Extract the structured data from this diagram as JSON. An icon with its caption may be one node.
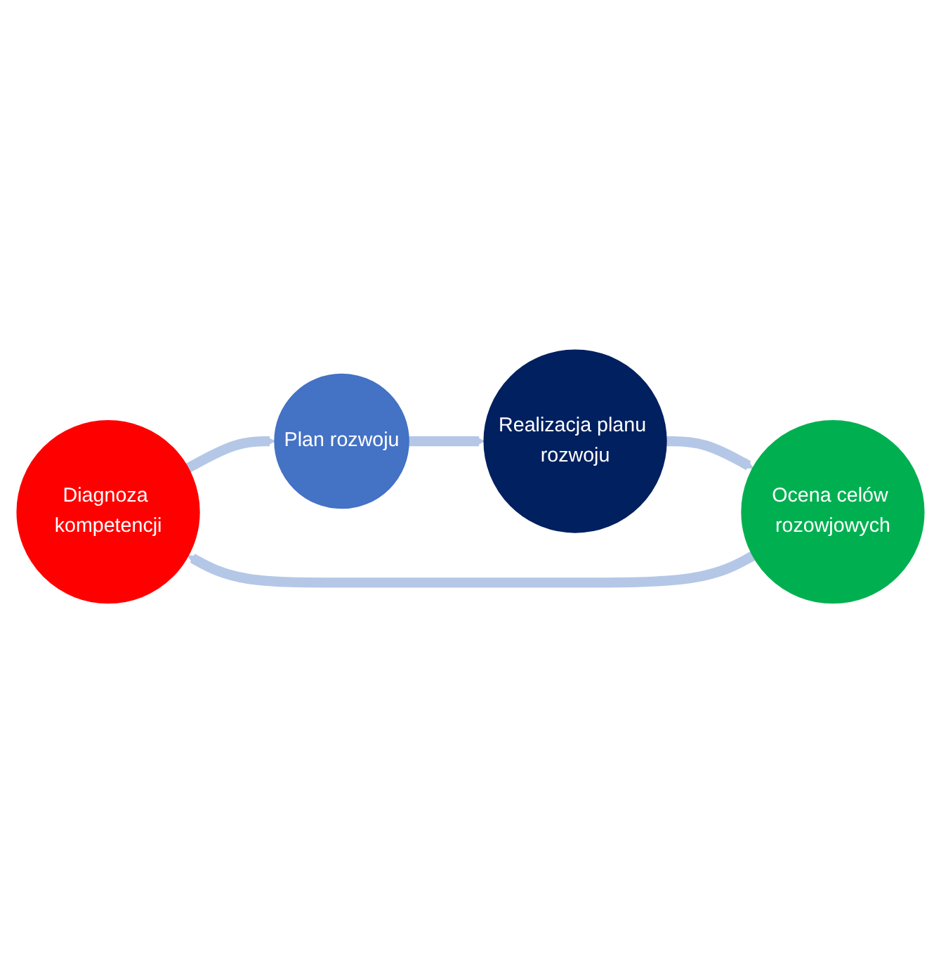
{
  "diagram": {
    "nodes": [
      {
        "text": [
          "Diagnoza kompetencji"
        ]
      },
      {
        "text": [
          "Plan rozwoju"
        ]
      },
      {
        "text": [
          "Realizacja planu rozwoju"
        ]
      },
      {
        "text": [
          "Ocena celów rozowjowych"
        ]
      }
    ],
    "edges": [
      {
        "from": 0,
        "to": 1,
        "arrow": "to"
      },
      {
        "from": 1,
        "to": 2,
        "arrow": "to"
      },
      {
        "from": 2,
        "to": 3,
        "arrow": "to"
      },
      {
        "from": 3,
        "to": 0,
        "arrow": "to"
      }
    ]
  }
}
